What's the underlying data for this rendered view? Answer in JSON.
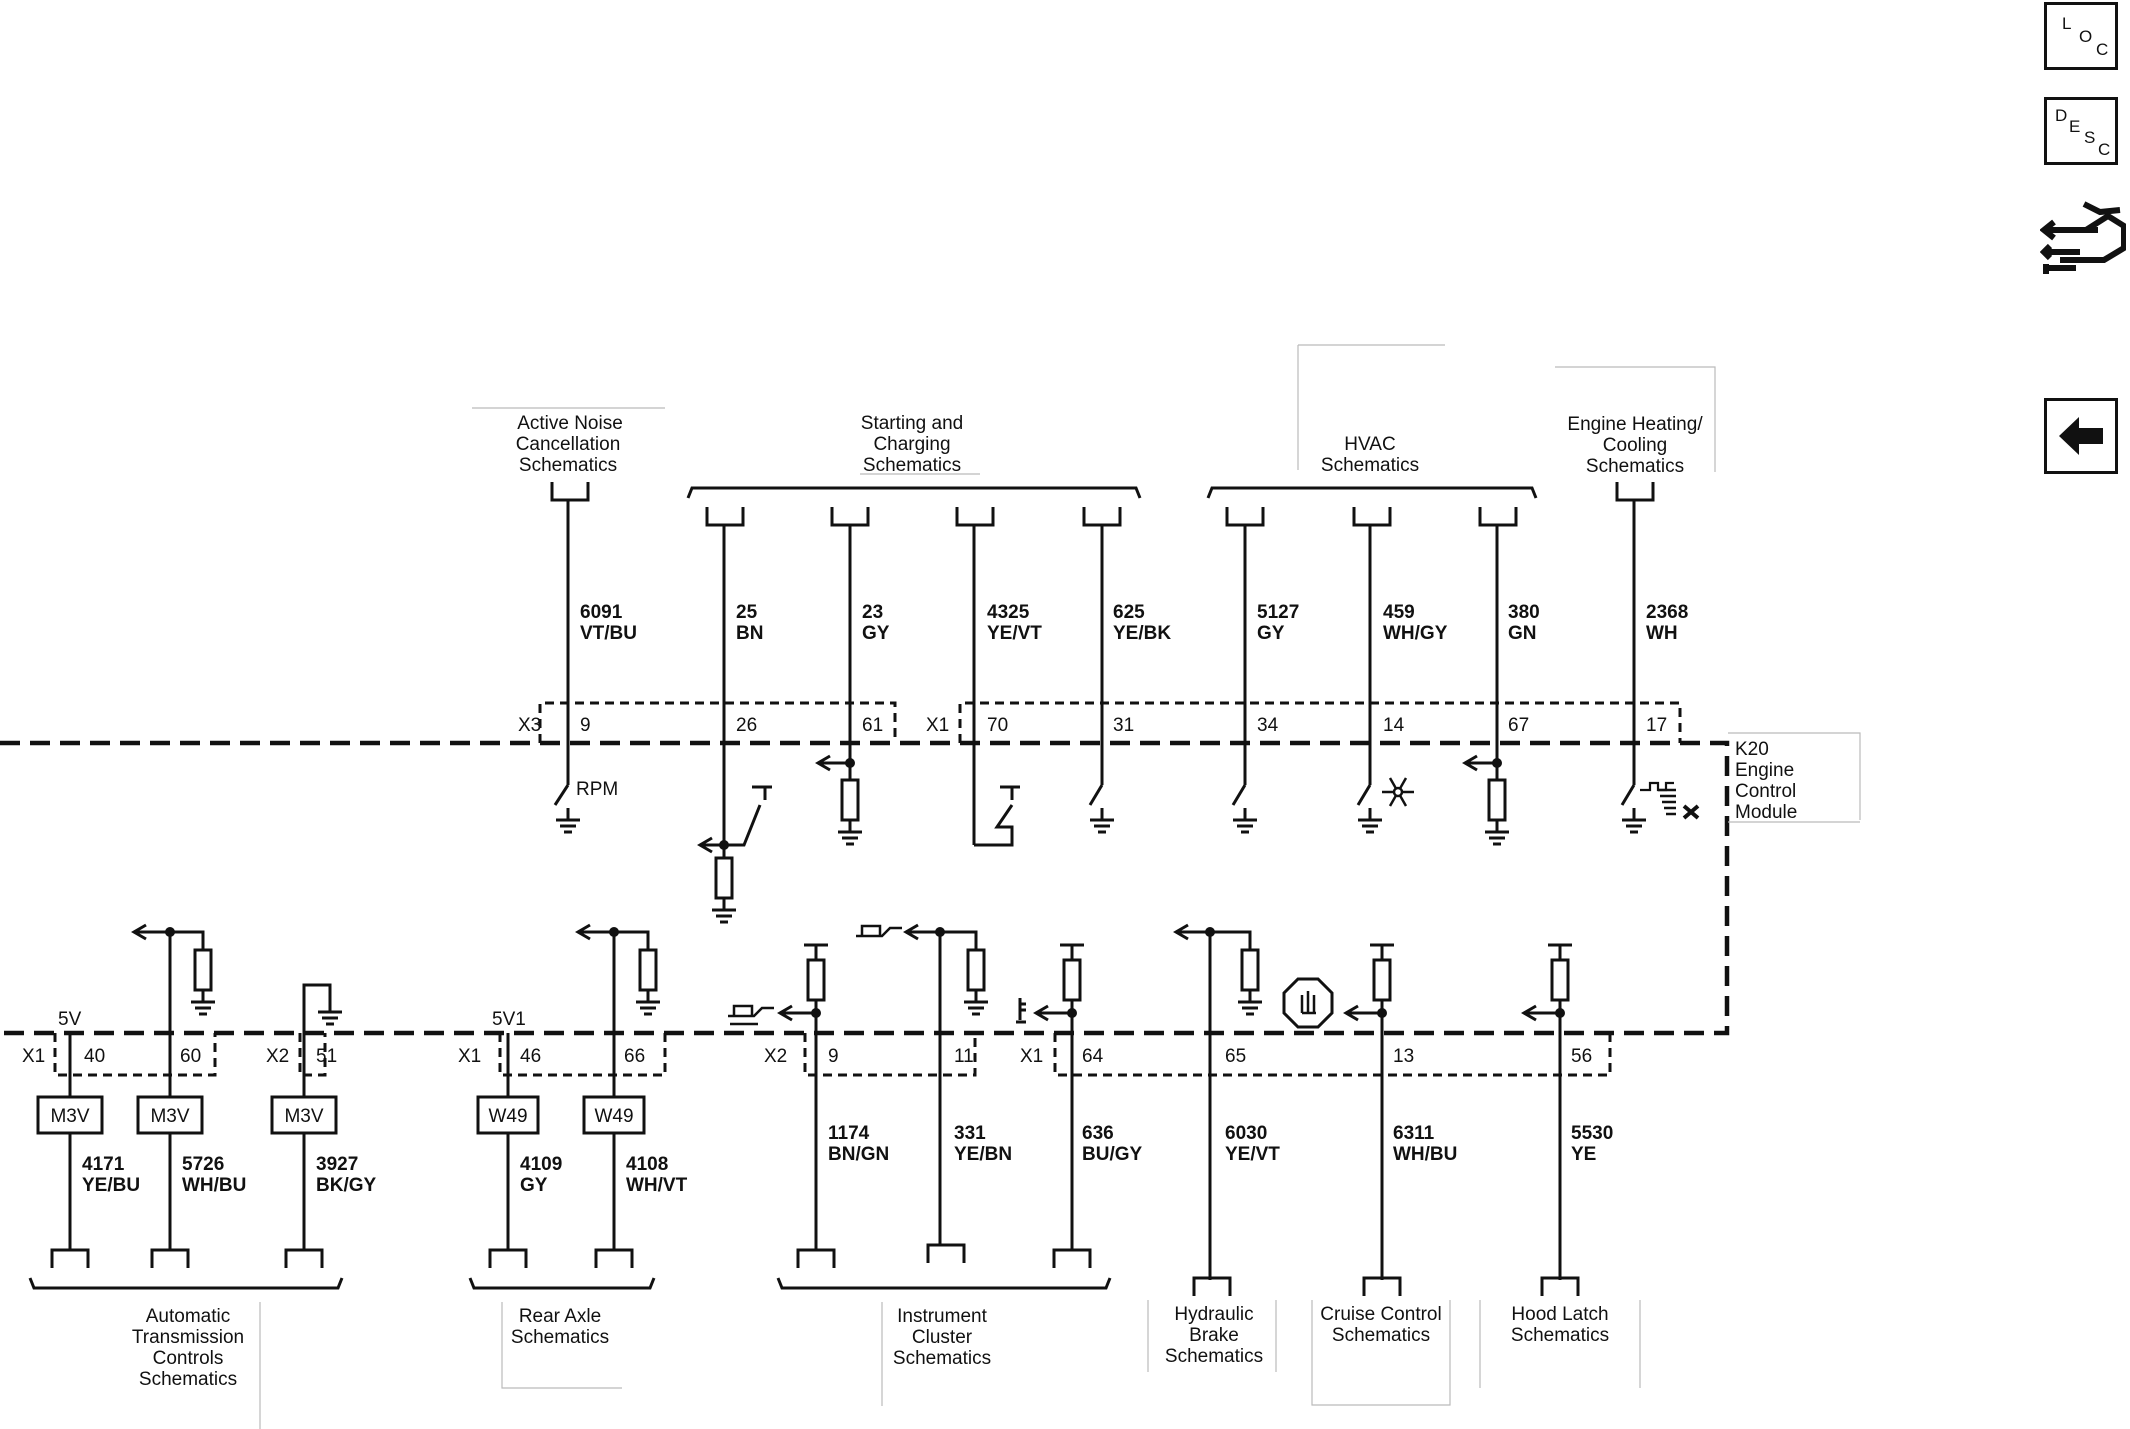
{
  "toolbar": {
    "loc_letters": [
      "L",
      "O",
      "C"
    ],
    "desc_letters": [
      "D",
      "E",
      "S",
      "C"
    ]
  },
  "module": {
    "name_lines": [
      "K20",
      "Engine",
      "Control",
      "Module"
    ]
  },
  "labels": {
    "active_noise": [
      "Active Noise",
      "Cancellation",
      "Schematics"
    ],
    "starting": [
      "Starting and",
      "Charging",
      "Schematics"
    ],
    "hvac": [
      "HVAC",
      "Schematics"
    ],
    "heating": [
      "Engine Heating/",
      "Cooling",
      "Schematics"
    ],
    "trans": [
      "Automatic",
      "Transmission",
      "Controls",
      "Schematics"
    ],
    "rear_axle": [
      "Rear Axle",
      "Schematics"
    ],
    "cluster": [
      "Instrument",
      "Cluster",
      "Schematics"
    ],
    "hydraulic": [
      "Hydraulic",
      "Brake",
      "Schematics"
    ],
    "cruise": [
      "Cruise Control",
      "Schematics"
    ],
    "hood": [
      "Hood Latch",
      "Schematics"
    ]
  },
  "top_connectors": {
    "x3": "X3",
    "x1": "X1"
  },
  "top_wires": [
    {
      "pin": "9",
      "circuit": "6091",
      "color": "VT/BU"
    },
    {
      "pin": "26",
      "circuit": "25",
      "color": "BN"
    },
    {
      "pin": "61",
      "circuit": "23",
      "color": "GY"
    },
    {
      "pin": "70",
      "circuit": "4325",
      "color": "YE/VT"
    },
    {
      "pin": "31",
      "circuit": "625",
      "color": "YE/BK"
    },
    {
      "pin": "34",
      "circuit": "5127",
      "color": "GY"
    },
    {
      "pin": "14",
      "circuit": "459",
      "color": "WH/GY"
    },
    {
      "pin": "67",
      "circuit": "380",
      "color": "GN"
    },
    {
      "pin": "17",
      "circuit": "2368",
      "color": "WH"
    }
  ],
  "rpm_label": "RPM",
  "voltages": {
    "v5": "5V",
    "v5_1": "5V1"
  },
  "bottom_connectors": [
    {
      "name": "X1"
    },
    {
      "name": "X2"
    },
    {
      "name": "X1"
    },
    {
      "name": "X2"
    },
    {
      "name": "X1"
    }
  ],
  "bottom_wires": [
    {
      "pin": "40",
      "circuit": "4171",
      "color": "YE/BU",
      "comp": "M3V"
    },
    {
      "pin": "60",
      "circuit": "5726",
      "color": "WH/BU",
      "comp": "M3V"
    },
    {
      "pin": "51",
      "circuit": "3927",
      "color": "BK/GY",
      "comp": "M3V"
    },
    {
      "pin": "46",
      "circuit": "4109",
      "color": "GY",
      "comp": "W49"
    },
    {
      "pin": "66",
      "circuit": "4108",
      "color": "WH/VT",
      "comp": "W49"
    },
    {
      "pin": "9",
      "circuit": "1174",
      "color": "BN/GN"
    },
    {
      "pin": "11",
      "circuit": "331",
      "color": "YE/BN"
    },
    {
      "pin": "64",
      "circuit": "636",
      "color": "BU/GY"
    },
    {
      "pin": "65",
      "circuit": "6030",
      "color": "YE/VT"
    },
    {
      "pin": "13",
      "circuit": "6311",
      "color": "WH/BU"
    },
    {
      "pin": "56",
      "circuit": "5530",
      "color": "YE"
    }
  ],
  "icons": [
    "oil-pressure-icon",
    "coolant-temp-icon",
    "snowflake-icon",
    "stop-hand-icon",
    "fan-icon",
    "wrench-icon",
    "back-arrow-icon"
  ]
}
